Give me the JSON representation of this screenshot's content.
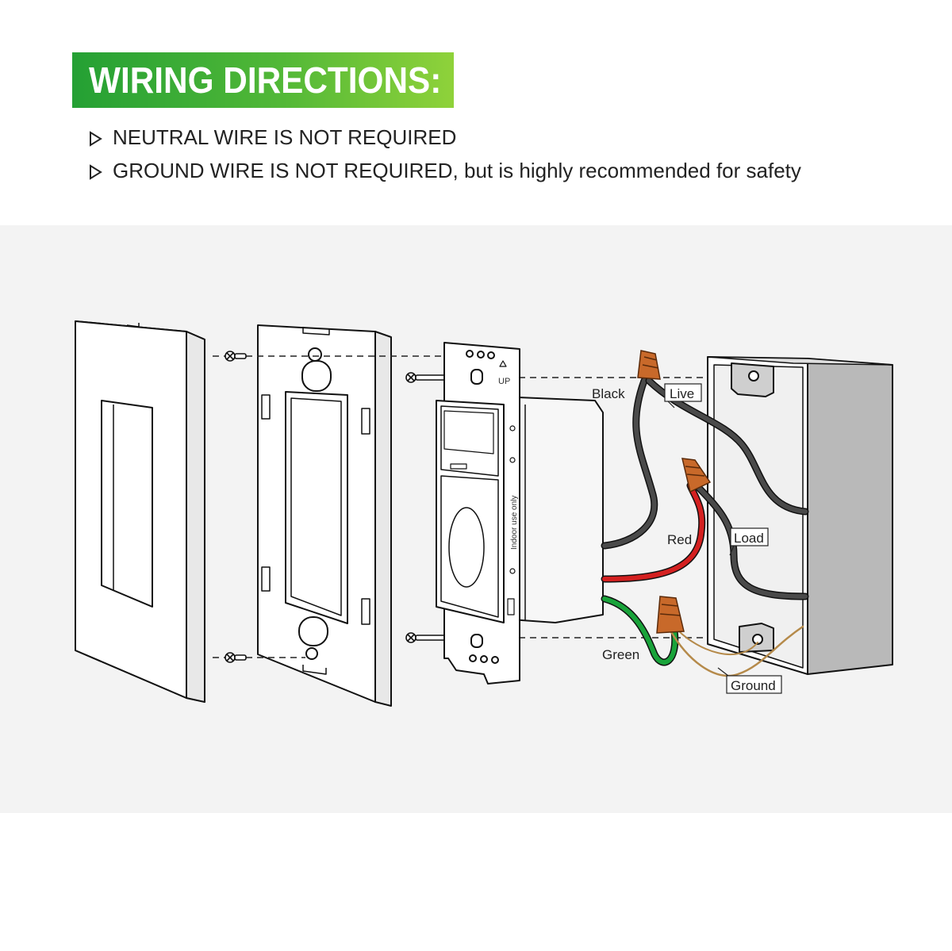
{
  "header": {
    "title": "WIRING DIRECTIONS:"
  },
  "notes": [
    {
      "strong": "NEUTRAL WIRE IS NOT REQUIRED",
      "rest": ""
    },
    {
      "strong": "GROUND WIRE IS NOT REQUIRED,",
      "rest": " but is highly recommended for safety"
    }
  ],
  "diagram": {
    "device_marking_up": "UP",
    "device_marking_indoor": "Indoor use only",
    "wire_labels": {
      "black": "Black",
      "live": "Live",
      "red": "Red",
      "load": "Load",
      "green": "Green",
      "ground": "Ground"
    }
  },
  "colors": {
    "banner_start": "#24a034",
    "banner_end": "#8fd23a",
    "wire_black": "#4a4a4a",
    "wire_red": "#d42020",
    "wire_green": "#19a33a",
    "wire_ground": "#b58a4a",
    "wire_nut": "#c8692a"
  }
}
